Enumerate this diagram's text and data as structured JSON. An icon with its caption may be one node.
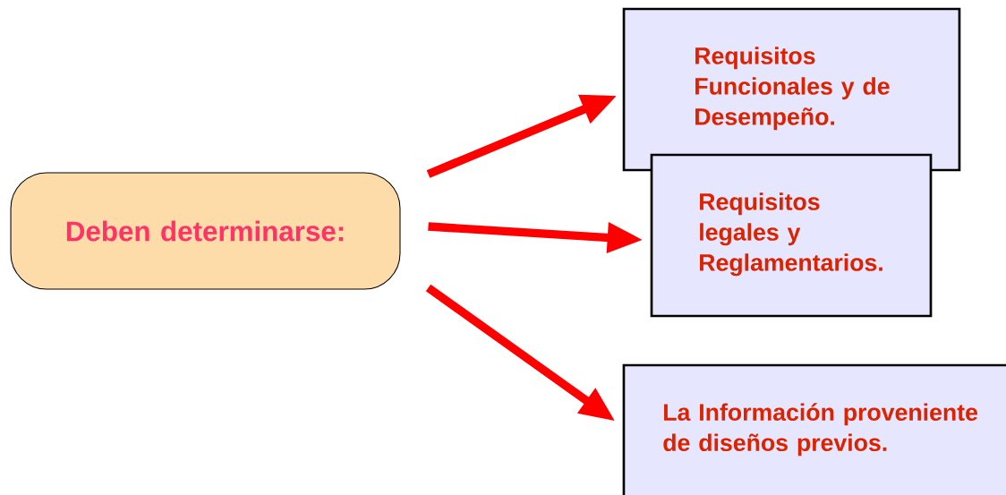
{
  "diagram": {
    "nodes": [
      {
        "text": [
          "Deben determinarse:"
        ]
      },
      {
        "text": [
          "Requisitos Funcionales y de Desempeño."
        ]
      },
      {
        "text": [
          "Requisitos legales y Reglamentarios."
        ]
      },
      {
        "text": [
          "La Información proveniente de diseños previos."
        ]
      }
    ],
    "edges": [
      {
        "from": 0,
        "to": 1,
        "arrow": "to"
      },
      {
        "from": 0,
        "to": 2,
        "arrow": "to"
      },
      {
        "from": 0,
        "to": 3,
        "arrow": "to"
      }
    ]
  }
}
